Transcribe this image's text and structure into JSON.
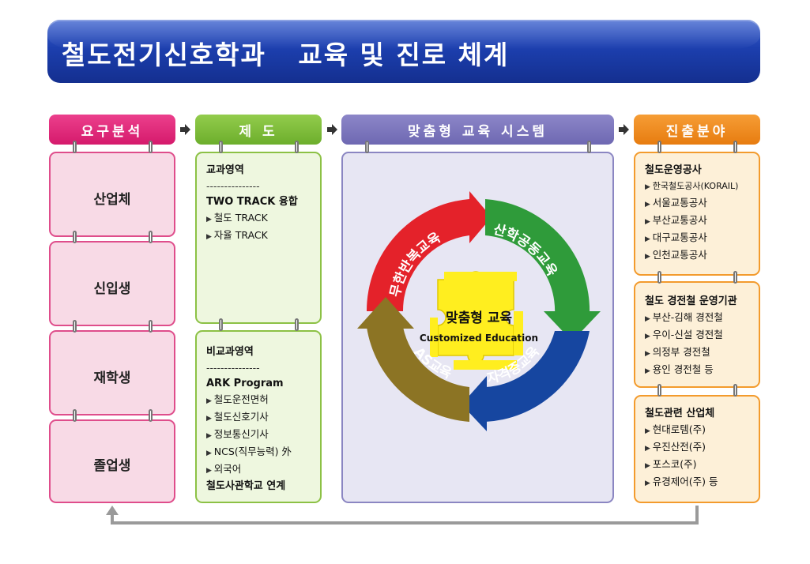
{
  "title": "철도전기신호학과   교육 및 진로 체계",
  "headers": {
    "demand": "요구분석",
    "system": "제 도",
    "custom": "맞춤형 교육 시스템",
    "career": "진출분야"
  },
  "demand_items": [
    "산업체",
    "신입생",
    "재학생",
    "졸업생"
  ],
  "system": {
    "curricular": {
      "title": "교과영역",
      "divider": "---------------",
      "subtitle": "TWO TRACK 융합",
      "items": [
        "철도 TRACK",
        "자율 TRACK"
      ]
    },
    "extracurricular": {
      "title": "비교과영역",
      "divider": "---------------",
      "subtitle": "ARK Program",
      "items": [
        "철도운전면허",
        "철도신호기사",
        "정보통신기사",
        "NCS(직무능력) 外",
        "외국어"
      ],
      "footer": "철도사관학교 연계"
    }
  },
  "cycle": {
    "center_title": "맞춤형 교육",
    "center_subtitle": "Customized Education",
    "arrows": [
      "무한반복교육",
      "산학공동교육",
      "자격증교육",
      "AS교육"
    ]
  },
  "career": [
    {
      "title": "철도운영공사",
      "items": [
        "한국철도공사(KORAIL)",
        "서울교통공사",
        "부산교통공사",
        "대구교통공사",
        "인천교통공사"
      ]
    },
    {
      "title": "철도 경전철 운영기관",
      "items": [
        "부산-김해 경전철",
        "우이-신설 경전철",
        "의정부 경전철",
        "용인 경전철 등"
      ]
    },
    {
      "title": "철도관련 산업체",
      "items": [
        "현대로템(주)",
        "우진산전(주)",
        "포스코(주)",
        "유경제어(주) 등"
      ]
    }
  ],
  "colors": {
    "banner": "#1c3fae",
    "demand": "#e2267a",
    "system": "#7fbf3a",
    "custom": "#7c76bd",
    "career": "#f08a1c",
    "arrow_red": "#e4222a",
    "arrow_green": "#2f9b3a",
    "arrow_blue": "#1646a0",
    "arrow_olive": "#8c7424",
    "puzzle": "#ffee1f"
  }
}
